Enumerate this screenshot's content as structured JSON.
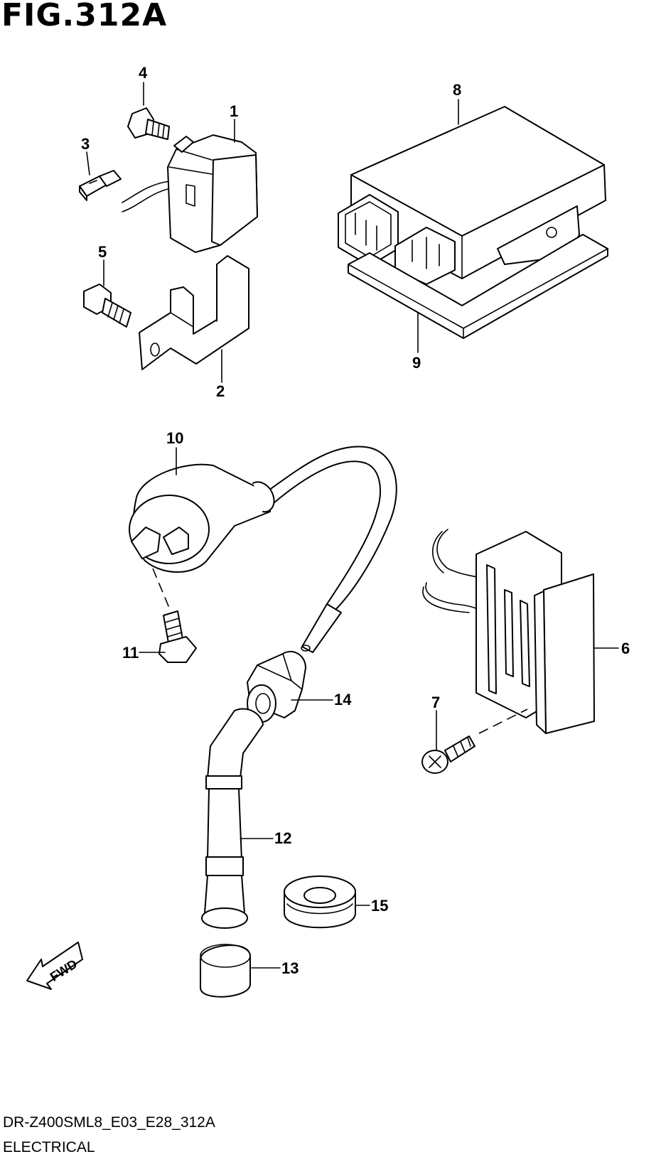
{
  "figure": {
    "title": "FIG.312A",
    "diagram_code": "DR-Z400SML8_E03_E28_312A",
    "section_name": "ELECTRICAL",
    "direction_label": "FWD"
  },
  "callouts": [
    {
      "id": "1",
      "label": "1"
    },
    {
      "id": "2",
      "label": "2"
    },
    {
      "id": "3",
      "label": "3"
    },
    {
      "id": "4",
      "label": "4"
    },
    {
      "id": "5",
      "label": "5"
    },
    {
      "id": "6",
      "label": "6"
    },
    {
      "id": "7",
      "label": "7"
    },
    {
      "id": "8",
      "label": "8"
    },
    {
      "id": "9",
      "label": "9"
    },
    {
      "id": "10",
      "label": "10"
    },
    {
      "id": "11",
      "label": "11"
    },
    {
      "id": "12",
      "label": "12"
    },
    {
      "id": "13",
      "label": "13"
    },
    {
      "id": "14",
      "label": "14"
    },
    {
      "id": "15",
      "label": "15"
    }
  ]
}
